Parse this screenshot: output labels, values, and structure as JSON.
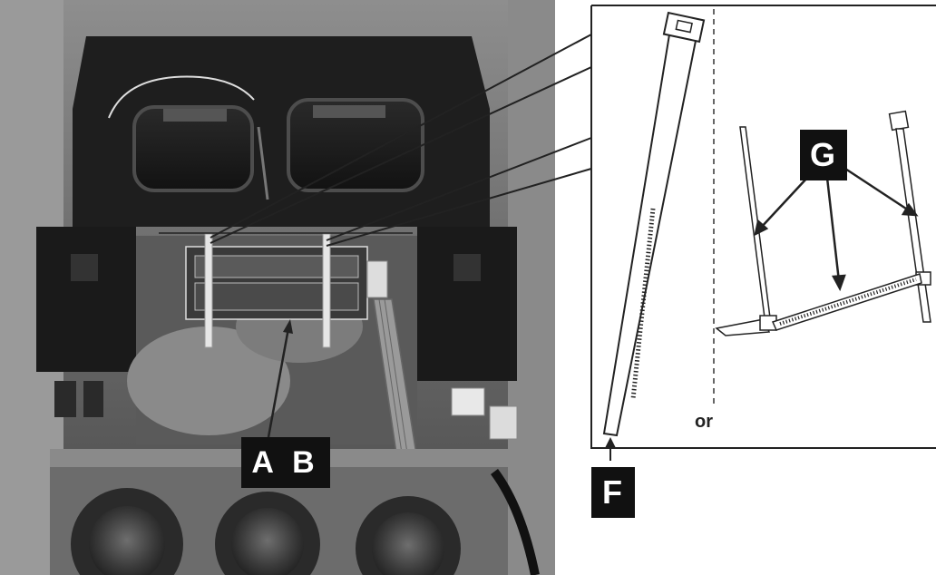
{
  "callouts": {
    "ab": "A B",
    "f": "F",
    "g": "G",
    "or": "or"
  },
  "colors": {
    "label_bg": "#111111",
    "label_text": "#ffffff",
    "line": "#222222"
  }
}
